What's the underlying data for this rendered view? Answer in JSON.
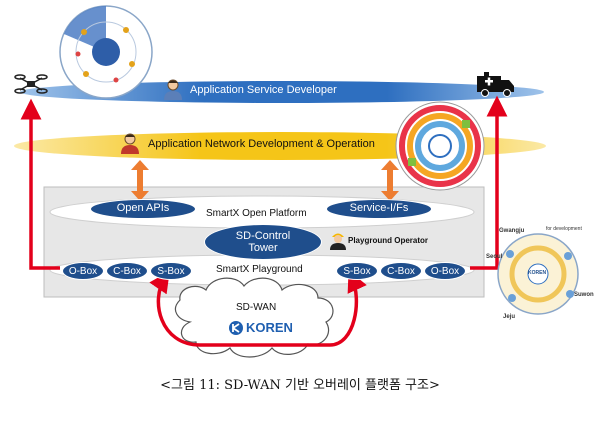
{
  "layers": {
    "service_developer": "Application Service Developer",
    "network_development": "Application Network Development & Operation"
  },
  "platform": {
    "open_platform": "SmartX Open Platform",
    "open_apis": "Open APIs",
    "service_ifs": "Service-I/Fs",
    "control_tower_line1": "SD-Control",
    "control_tower_line2": "Tower",
    "playground_operator": "Playground Operator",
    "playground": "SmartX Playground"
  },
  "boxes_left": [
    "O-Box",
    "C-Box",
    "S-Box"
  ],
  "boxes_right": [
    "S-Box",
    "C-Box",
    "O-Box"
  ],
  "wan": {
    "label": "SD-WAN",
    "logo_text": "KOREN"
  },
  "map_labels": {
    "koren": "KOREN",
    "gwangju": "Gwangju",
    "seoul": "Seoul",
    "suwon": "Suwon",
    "jeju": "Jeju",
    "dev": "for development"
  },
  "caption": "<그림 11: SD-WAN 기반 오버레이 플랫폼 구조>",
  "colors": {
    "blue_band": "#2e6fc0",
    "yellow_band": "#f5c518",
    "platform_blue": "#1f4e8c",
    "arrow_orange": "#ed7d31",
    "link_red": "#e3001b"
  }
}
